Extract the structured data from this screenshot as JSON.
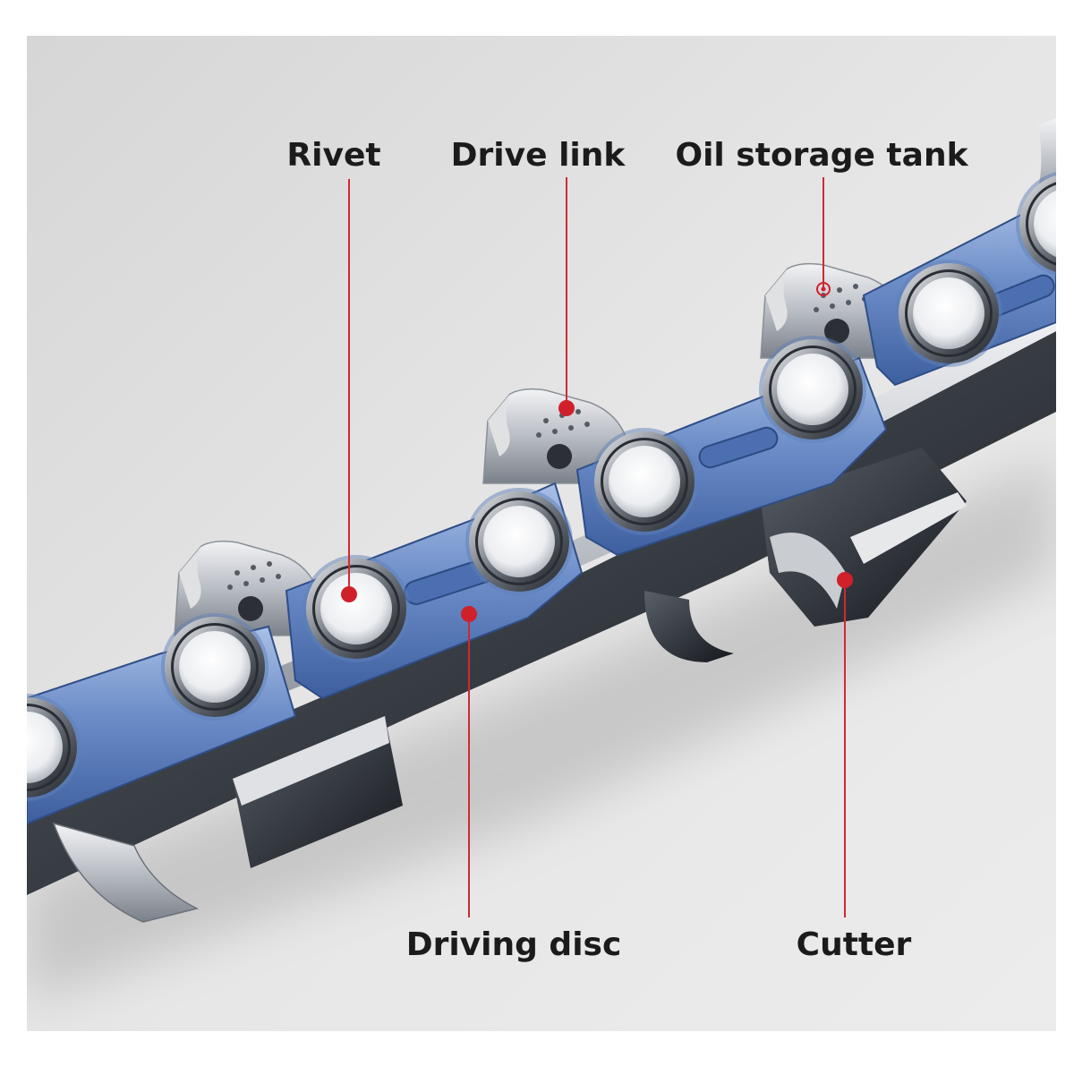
{
  "labels": {
    "rivet": "Rivet",
    "drive_link": "Drive link",
    "oil_storage_tank": "Oil storage tank",
    "driving_disc": "Driving disc",
    "cutter": "Cutter"
  },
  "colors": {
    "background": "#e1e1e1",
    "link_blue": "#6c8dc8",
    "link_blue_light": "#a9c0e6",
    "steel": "#c9ccd1",
    "steel_dark": "#3b3f46",
    "marker_red": "#d0202a",
    "leader_line": "#d02a30",
    "text": "#1b1b1b"
  },
  "icons": {
    "marker": "red-dot-marker",
    "rivet_head": "rivet-head-icon"
  }
}
